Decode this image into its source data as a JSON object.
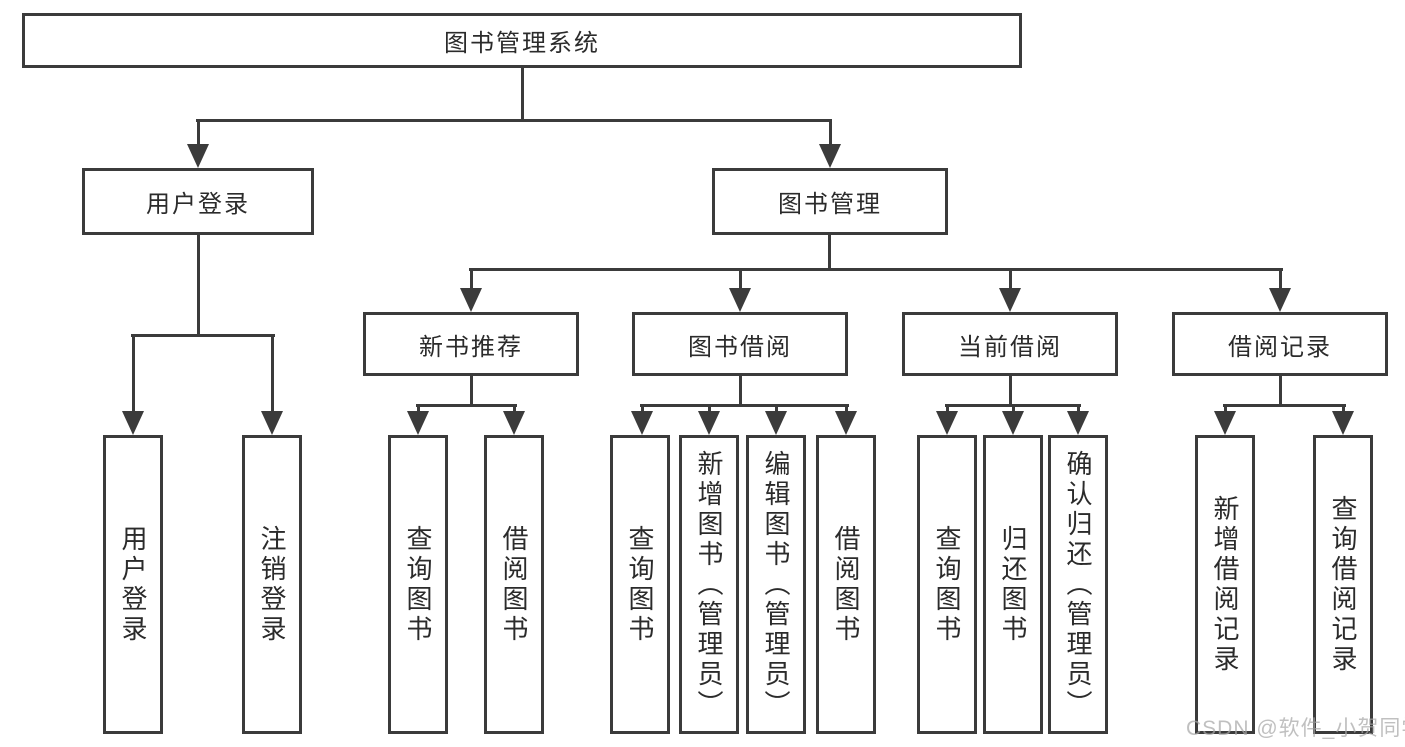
{
  "colors": {
    "line": "#3b3b3b",
    "text": "#2b2b2b",
    "background": "#ffffff",
    "watermark": "#a7a7a7"
  },
  "watermark": {
    "text": "CSDN @软件_小贺同学"
  },
  "diagram": {
    "type": "hierarchy-tree",
    "title": "图书管理系统",
    "branches": [
      {
        "label": "用户登录",
        "children": [
          {
            "label": "用户登录"
          },
          {
            "label": "注销登录"
          }
        ]
      },
      {
        "label": "图书管理",
        "modules": [
          {
            "label": "新书推荐",
            "children": [
              {
                "label": "查询图书"
              },
              {
                "label": "借阅图书"
              }
            ]
          },
          {
            "label": "图书借阅",
            "children": [
              {
                "label": "查询图书"
              },
              {
                "label": "新增图书（管理员）"
              },
              {
                "label": "编辑图书（管理员）"
              },
              {
                "label": "借阅图书"
              }
            ]
          },
          {
            "label": "当前借阅",
            "children": [
              {
                "label": "查询图书"
              },
              {
                "label": "归还图书"
              },
              {
                "label": "确认归还（管理员）"
              }
            ]
          },
          {
            "label": "借阅记录",
            "children": [
              {
                "label": "新增借阅记录"
              },
              {
                "label": "查询借阅记录"
              }
            ]
          }
        ]
      }
    ]
  }
}
